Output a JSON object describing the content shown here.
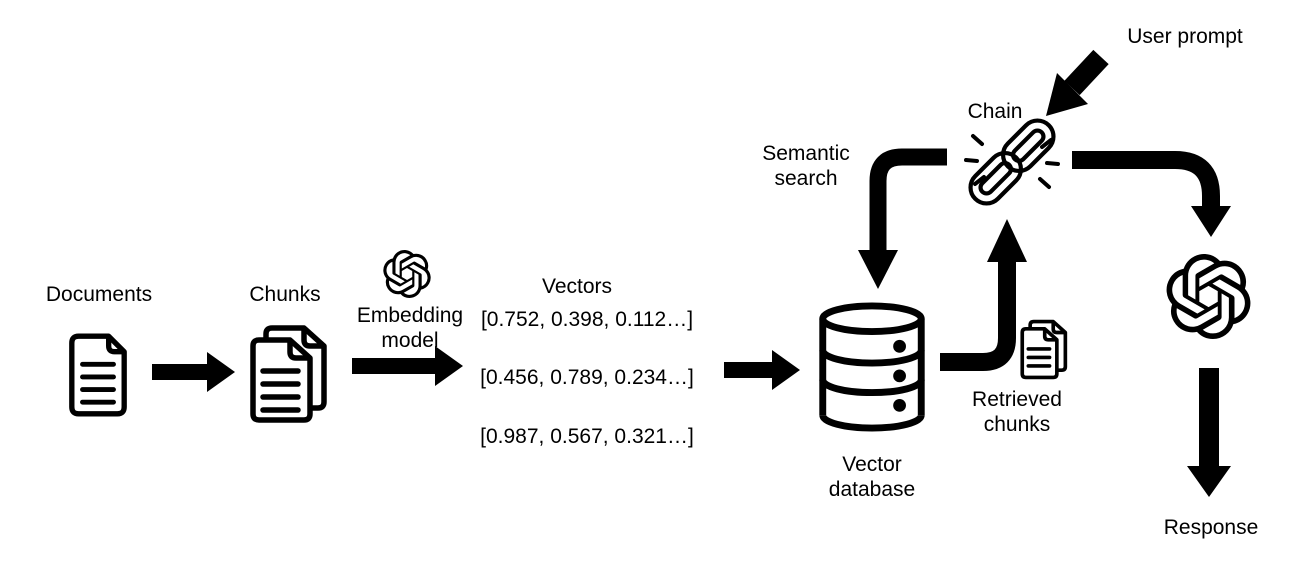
{
  "colors": {
    "ink": "#000000",
    "background": "#ffffff"
  },
  "nodes": {
    "documents": {
      "label": "Documents",
      "icon": "document-icon"
    },
    "chunks": {
      "label": "Chunks",
      "icon": "documents-stack-icon"
    },
    "embedding_model": {
      "label": "Embedding model",
      "icon": "openai-logo-icon"
    },
    "vectors": {
      "label": "Vectors",
      "rows": [
        "[0.752, 0.398, 0.112…]",
        "[0.456, 0.789, 0.234…]",
        "[0.987, 0.567, 0.321…]"
      ]
    },
    "vector_database": {
      "label": "Vector database",
      "icon": "database-icon"
    },
    "semantic_search": {
      "label": "Semantic search"
    },
    "chain": {
      "label": "Chain",
      "icon": "chain-link-icon"
    },
    "retrieved_chunks": {
      "label": "Retrieved chunks",
      "icon": "documents-stack-icon"
    },
    "user_prompt": {
      "label": "User prompt"
    },
    "llm": {
      "icon": "openai-logo-icon"
    },
    "response": {
      "label": "Response"
    }
  }
}
